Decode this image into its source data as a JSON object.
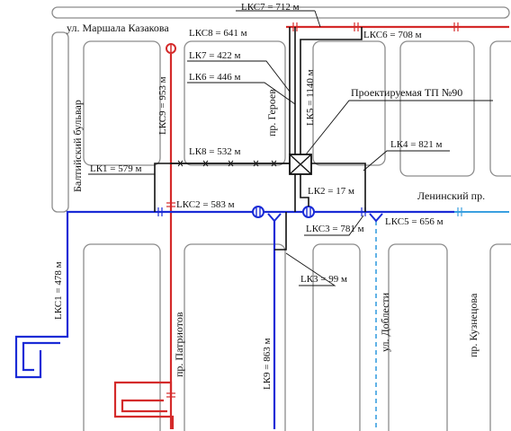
{
  "colors": {
    "red": "#d42a2a",
    "blue": "#1a2bd6",
    "light_blue": "#3aa0e0",
    "black": "#111111",
    "block_outline": "#8c8c8c"
  },
  "streets": {
    "marshal_kazakov": "ул. Маршала Казакова",
    "baltic_blvd": "Балтийский бульвар",
    "heroes": "пр. Героев",
    "leninsky": "Ленинский пр.",
    "patriots": "пр. Патриотов",
    "valor": "ул. Доблести",
    "kuznetsova": "пр. Кузнецова"
  },
  "substation": {
    "label": "Проектируемая ТП №90",
    "icon": "substation-box-icon"
  },
  "segments": {
    "kc7": "LКС7 = 712 м",
    "kc8": "LКС8 = 641 м",
    "kc6": "LКС6 = 708 м",
    "k7": "LК7 = 422 м",
    "k6": "LК6 = 446 м",
    "kc9": "LКС9 = 953 м",
    "k5": "LК5 = 1140 м",
    "k8": "LК8 = 532 м",
    "k4": "LК4 = 821 м",
    "k1": "LК1 = 579 м",
    "k2": "LК2 = 17 м",
    "kc2": "LКС2 = 583 м",
    "kc3": "LКС3 = 781 м",
    "kc5": "LКС5 = 656 м",
    "kc1": "LКС1 = 478 м",
    "k3": "LК3 = 99 м",
    "k9": "LК9 = 863 м"
  }
}
